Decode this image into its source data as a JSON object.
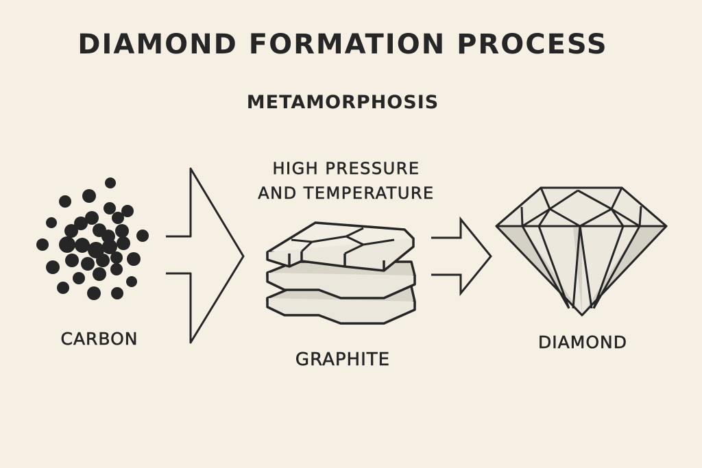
{
  "title": "DIAMOND FORMATION PROCESS",
  "subtitle": "METAMORPHOSIS",
  "condition": {
    "line1": "HIGH PRESSURE",
    "line2": "AND TEMPERATURE"
  },
  "stages": [
    {
      "label": "CARBON",
      "icon": "carbon-atoms-icon"
    },
    {
      "label": "GRAPHITE",
      "icon": "graphite-layers-icon"
    },
    {
      "label": "DIAMOND",
      "icon": "diamond-gem-icon"
    }
  ],
  "colors": {
    "background": "#f5efe4",
    "ink": "#262626",
    "shade": "#d9d4c8"
  }
}
